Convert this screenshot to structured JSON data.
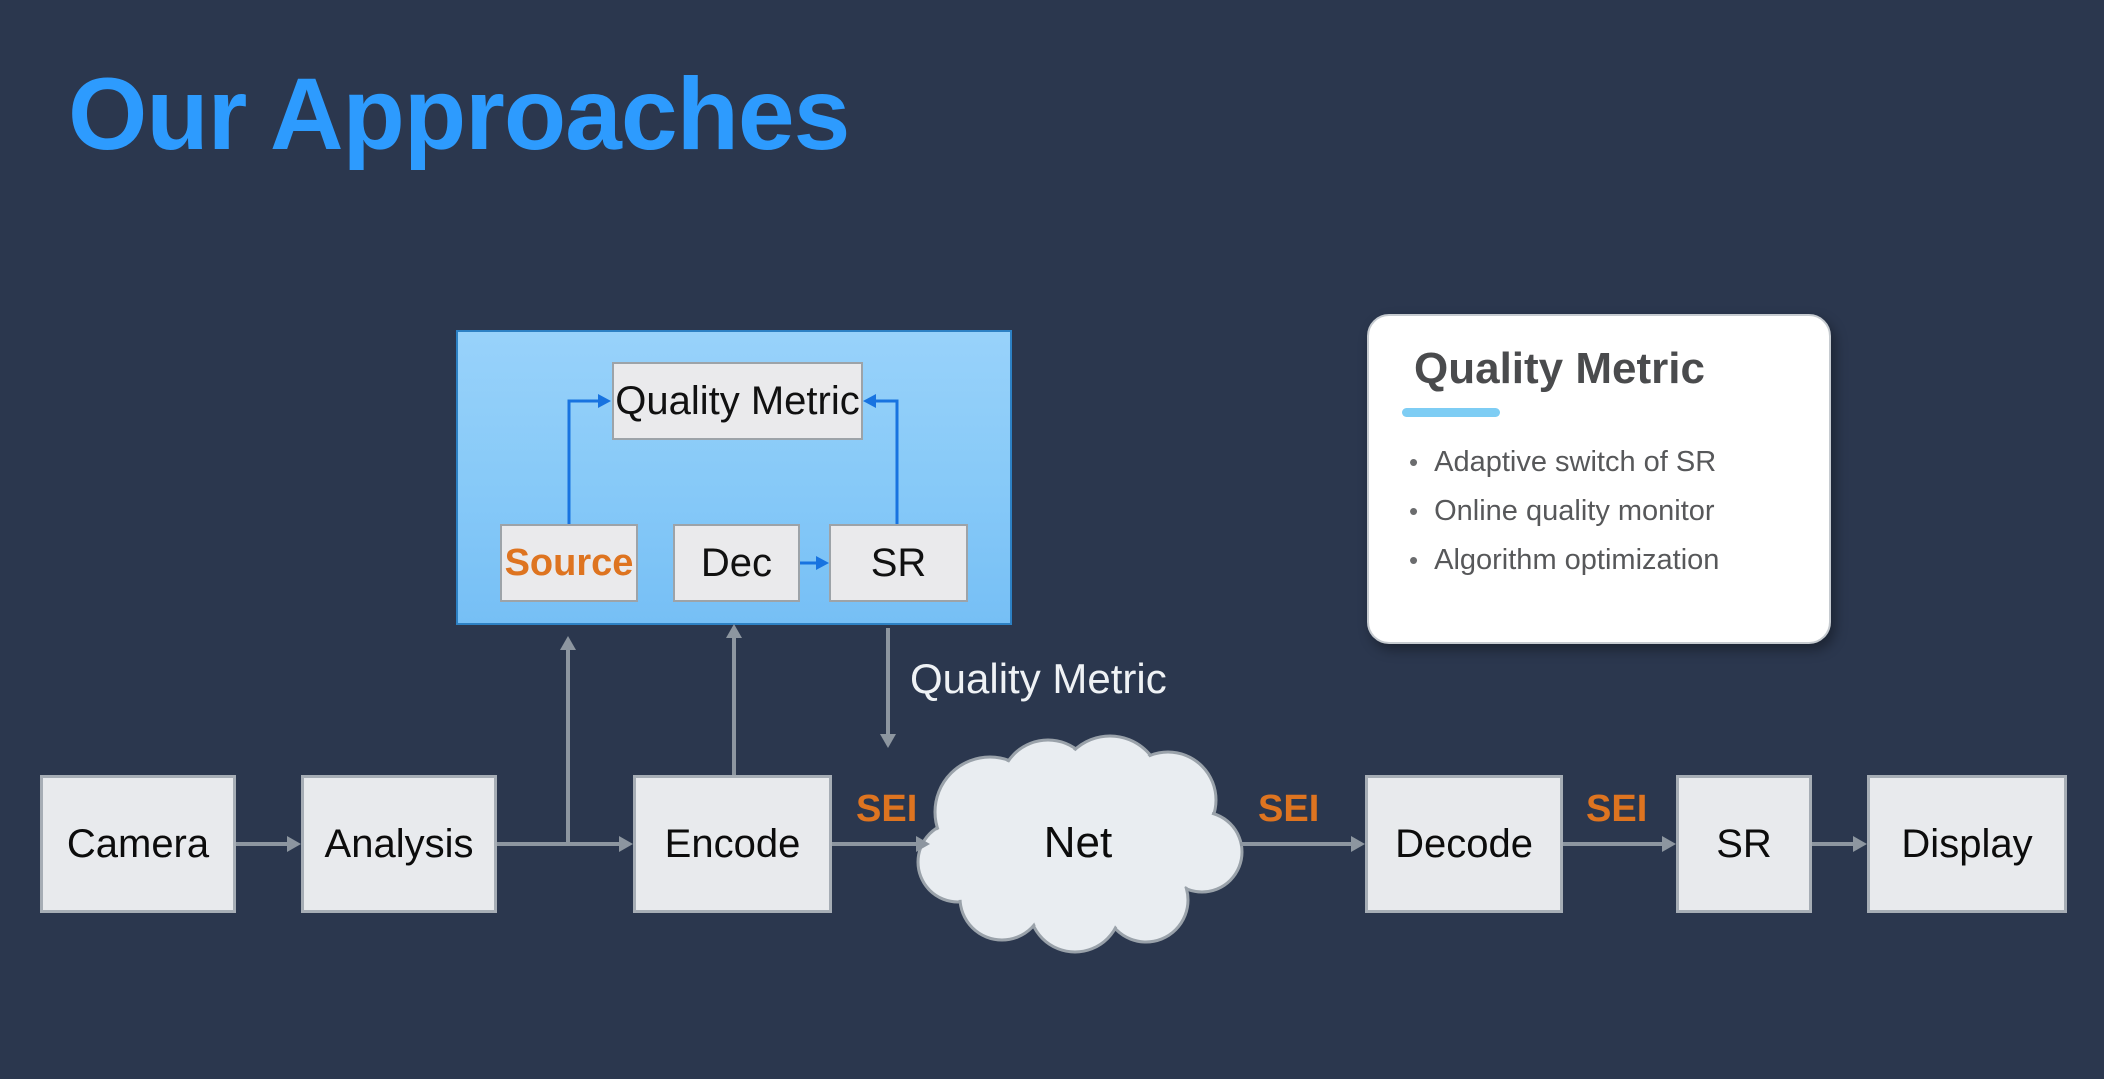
{
  "slide": {
    "title": "Our Approaches"
  },
  "colors": {
    "bg": "#2B374E",
    "accent_blue": "#2D9BFE",
    "arrow_blue": "#1873E0",
    "orange": "#DE7420",
    "gray_arrow": "#8D96A0",
    "panel_top": "#98D2FA",
    "panel_bottom": "#76BFF5",
    "underline": "#7ECDF4"
  },
  "panel": {
    "quality_metric_label": "Quality Metric",
    "source_label": "Source",
    "dec_label": "Dec",
    "sr_label": "SR"
  },
  "pipeline": {
    "nodes": [
      {
        "label": "Camera"
      },
      {
        "label": "Analysis"
      },
      {
        "label": "Encode"
      },
      {
        "label": "Decode"
      },
      {
        "label": "SR"
      },
      {
        "label": "Display"
      }
    ],
    "cloud_label": "Net",
    "sei_labels": [
      "SEI",
      "SEI",
      "SEI"
    ],
    "quality_metric_flow_label": "Quality Metric"
  },
  "card": {
    "title": "Quality Metric",
    "bullets": [
      "Adaptive switch of SR",
      "Online quality monitor",
      "Algorithm optimization"
    ]
  }
}
